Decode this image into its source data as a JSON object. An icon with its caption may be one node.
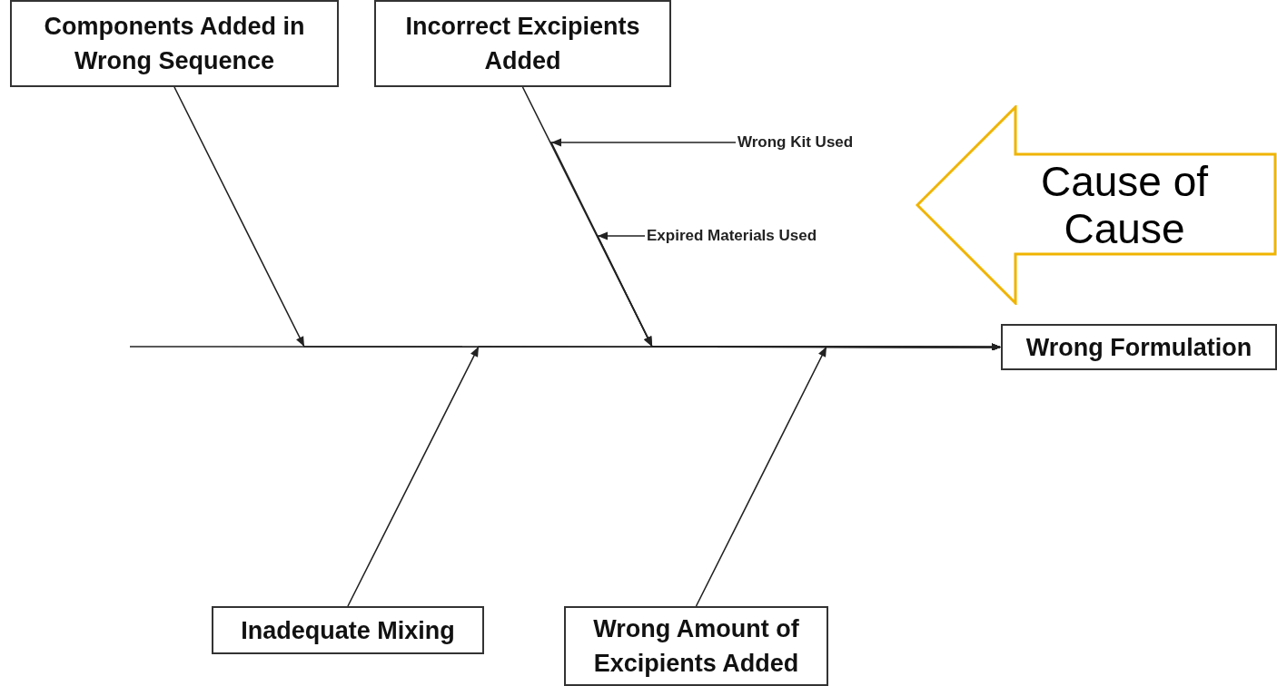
{
  "diagram": {
    "nodes": [
      {
        "text": [
          "Components Added in Wrong Sequence"
        ]
      },
      {
        "text": [
          "Incorrect Excipients Added"
        ]
      },
      {
        "text": [
          "Wrong Kit Used"
        ]
      },
      {
        "text": [
          "Expired Materials Used"
        ]
      },
      {
        "text": [
          "Cause of Cause"
        ]
      },
      {
        "text": [
          "Wrong Formulation"
        ]
      },
      {
        "text": [
          "Inadequate Mixing"
        ]
      },
      {
        "text": [
          "Wrong Amount of Excipients Added"
        ]
      }
    ],
    "edges": [
      {
        "from": null,
        "to": 5,
        "arrow": "to"
      },
      {
        "from": 0,
        "to": 5,
        "arrow": "to"
      },
      {
        "from": 1,
        "to": 5,
        "arrow": "to"
      },
      {
        "from": 2,
        "to": 5,
        "arrow": "to"
      },
      {
        "from": 3,
        "to": 5,
        "arrow": "to"
      },
      {
        "from": 6,
        "to": 5,
        "arrow": "to"
      },
      {
        "from": 7,
        "to": 5,
        "arrow": "to"
      }
    ]
  }
}
